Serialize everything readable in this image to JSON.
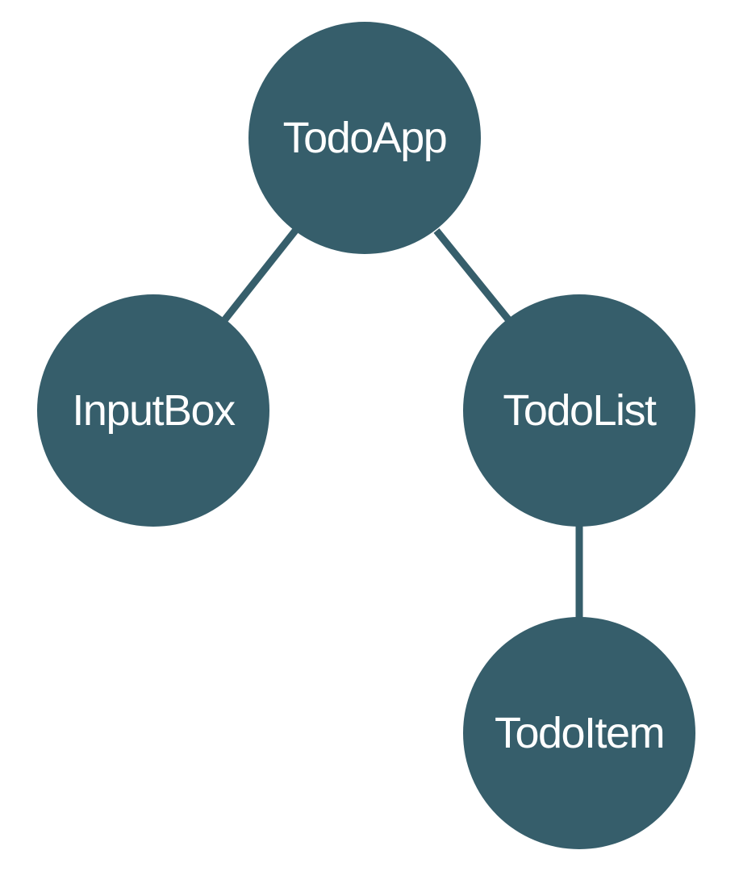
{
  "colors": {
    "node_fill": "#365e6b",
    "edge": "#365e6b",
    "label": "#ffffff",
    "background": "#ffffff"
  },
  "nodes": {
    "todoapp": {
      "label": "TodoApp"
    },
    "inputbox": {
      "label": "InputBox"
    },
    "todolist": {
      "label": "TodoList"
    },
    "todoitem": {
      "label": "TodoItem"
    }
  },
  "edges": [
    {
      "from": "todoapp",
      "to": "inputbox"
    },
    {
      "from": "todoapp",
      "to": "todolist"
    },
    {
      "from": "todolist",
      "to": "todoitem"
    }
  ]
}
